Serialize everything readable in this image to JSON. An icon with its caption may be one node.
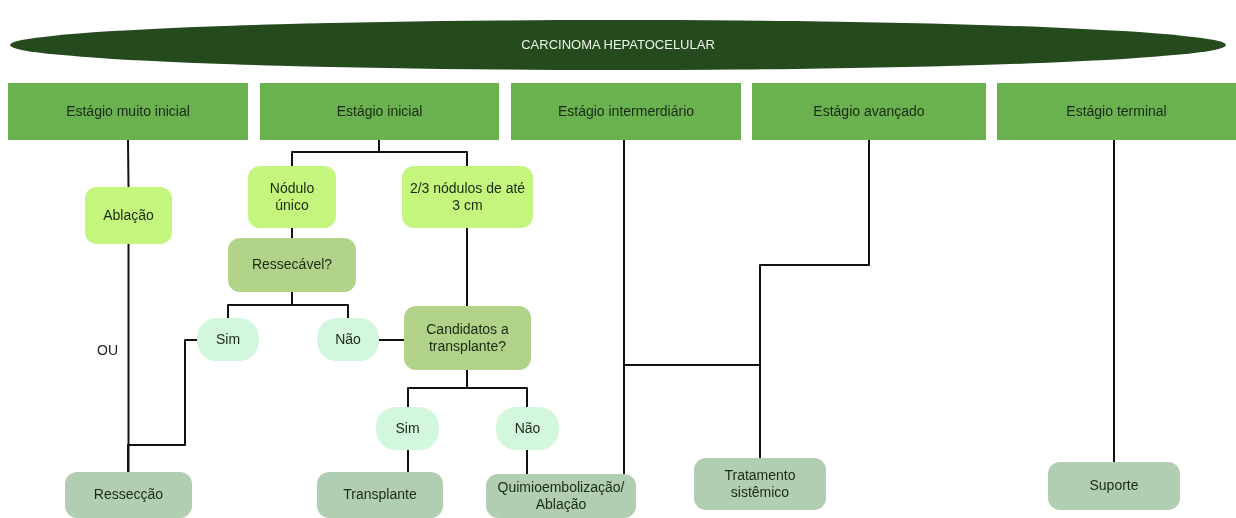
{
  "diagram": {
    "nodes": [
      {
        "text": [
          "CARCINOMA HEPATOCELULAR"
        ]
      },
      {
        "text": [
          "Estágio muito inicial"
        ]
      },
      {
        "text": [
          "Estágio inicial"
        ]
      },
      {
        "text": [
          "Estágio intermerdiário"
        ]
      },
      {
        "text": [
          "Estágio avançado"
        ]
      },
      {
        "text": [
          "Estágio terminal"
        ]
      },
      {
        "text": [
          "Ablação"
        ]
      },
      {
        "text": [
          "Nódulo único"
        ]
      },
      {
        "text": [
          "2/3 nódulos de até 3 cm"
        ]
      },
      {
        "text": [
          "Ressecável?"
        ]
      },
      {
        "text": [
          "Sim"
        ]
      },
      {
        "text": [
          "Não"
        ]
      },
      {
        "text": [
          "Candidatos a transplante?"
        ]
      },
      {
        "text": [
          "Sim"
        ]
      },
      {
        "text": [
          "Não"
        ]
      },
      {
        "text": [
          "Ressecção"
        ]
      },
      {
        "text": [
          "Transplante"
        ]
      },
      {
        "text": [
          "Quimioembolização/ Ablação"
        ]
      },
      {
        "text": [
          "Tratamento sistêmico"
        ]
      },
      {
        "text": [
          "Suporte"
        ]
      }
    ],
    "edges": [
      {
        "from": 1,
        "to": 6,
        "arrow": "none"
      },
      {
        "from": 6,
        "to": 15,
        "arrow": "none"
      },
      {
        "from": 2,
        "to": 7,
        "arrow": "none"
      },
      {
        "from": 2,
        "to": 8,
        "arrow": "none"
      },
      {
        "from": 7,
        "to": 9,
        "arrow": "none"
      },
      {
        "from": 9,
        "to": 10,
        "arrow": "none"
      },
      {
        "from": 9,
        "to": 11,
        "arrow": "none"
      },
      {
        "from": 10,
        "to": 15,
        "arrow": "none"
      },
      {
        "from": 11,
        "to": 12,
        "arrow": "none"
      },
      {
        "from": 8,
        "to": 12,
        "arrow": "none"
      },
      {
        "from": 12,
        "to": 13,
        "arrow": "none"
      },
      {
        "from": 12,
        "to": 14,
        "arrow": "none"
      },
      {
        "from": 13,
        "to": 16,
        "arrow": "none"
      },
      {
        "from": 14,
        "to": 17,
        "arrow": "none"
      },
      {
        "from": 3,
        "to": 17,
        "arrow": "none"
      },
      {
        "from": 3,
        "to": 18,
        "arrow": "none"
      },
      {
        "from": 4,
        "to": 18,
        "arrow": "none"
      },
      {
        "from": 5,
        "to": 19,
        "arrow": "none"
      }
    ],
    "labels": [
      "OU"
    ]
  }
}
